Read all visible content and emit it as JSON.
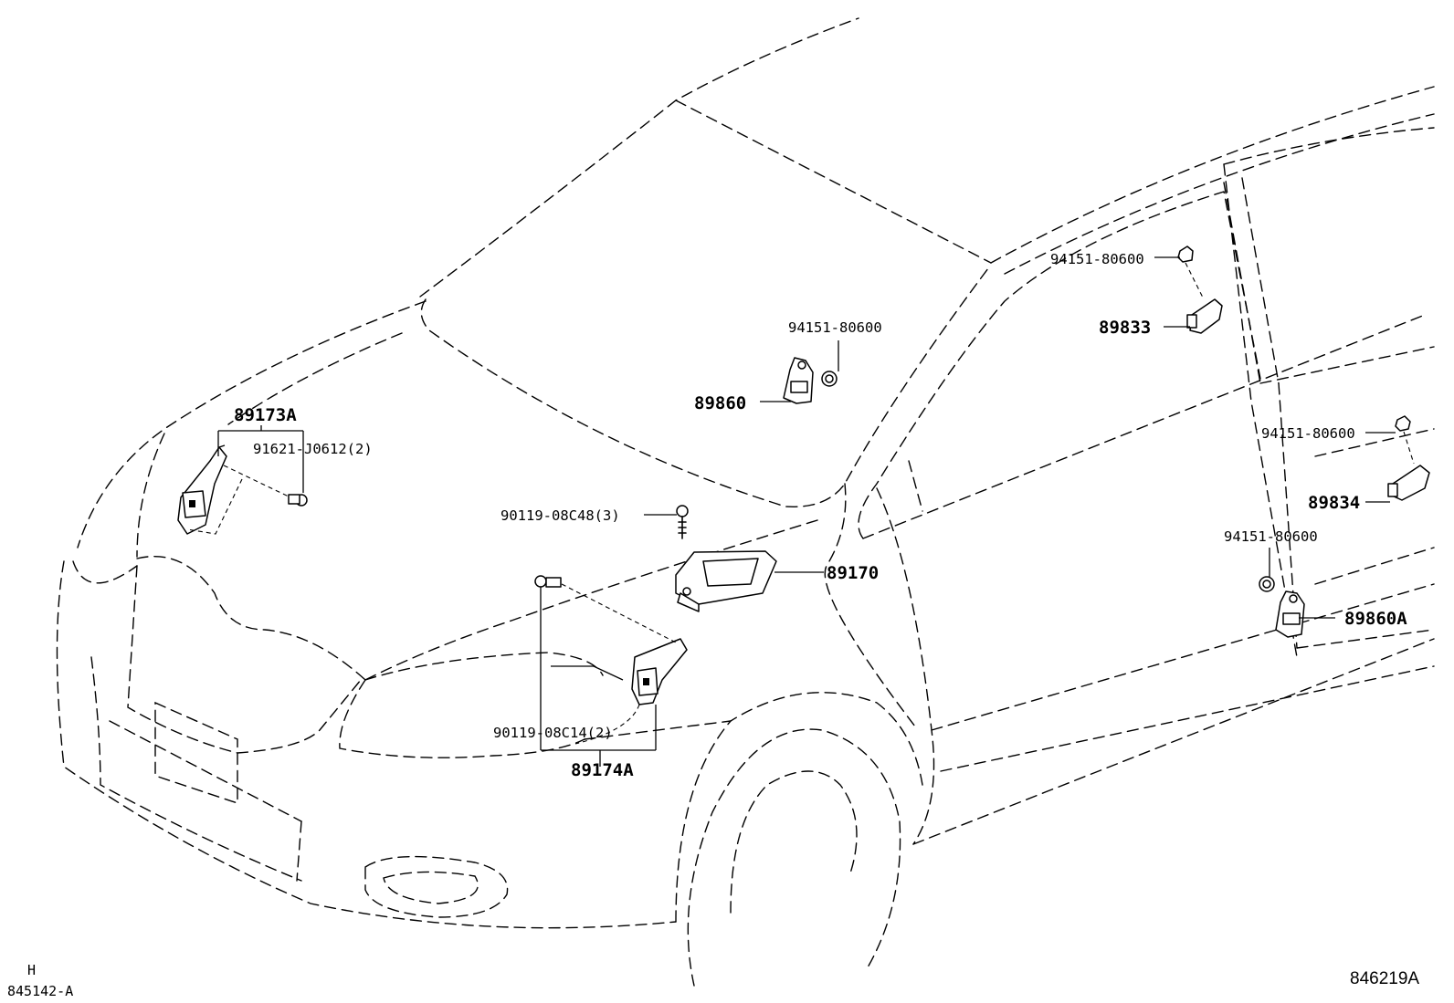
{
  "diagram": {
    "corner_letter": "H",
    "figure_code": "845142-A",
    "ref_number": "846219A"
  },
  "labels": [
    {
      "id": "89173A",
      "text": "89173A",
      "size": "lg"
    },
    {
      "id": "91621-J0612",
      "text": "91621-J0612(2)",
      "size": "sm"
    },
    {
      "id": "94151-80600-a",
      "text": "94151-80600",
      "size": "sm"
    },
    {
      "id": "89860",
      "text": "89860",
      "size": "lg"
    },
    {
      "id": "94151-80600-b",
      "text": "94151-80600",
      "size": "sm"
    },
    {
      "id": "89833",
      "text": "89833",
      "size": "lg"
    },
    {
      "id": "94151-80600-c",
      "text": "94151-80600",
      "size": "sm"
    },
    {
      "id": "89834",
      "text": "89834",
      "size": "lg"
    },
    {
      "id": "94151-80600-d",
      "text": "94151-80600",
      "size": "sm"
    },
    {
      "id": "89860A",
      "text": "89860A",
      "size": "lg"
    },
    {
      "id": "90119-08C48",
      "text": "90119-08C48(3)",
      "size": "sm"
    },
    {
      "id": "89170",
      "text": "89170",
      "size": "lg"
    },
    {
      "id": "90119-08C14",
      "text": "90119-08C14(2)",
      "size": "sm"
    },
    {
      "id": "89174A",
      "text": "89174A",
      "size": "lg"
    }
  ]
}
